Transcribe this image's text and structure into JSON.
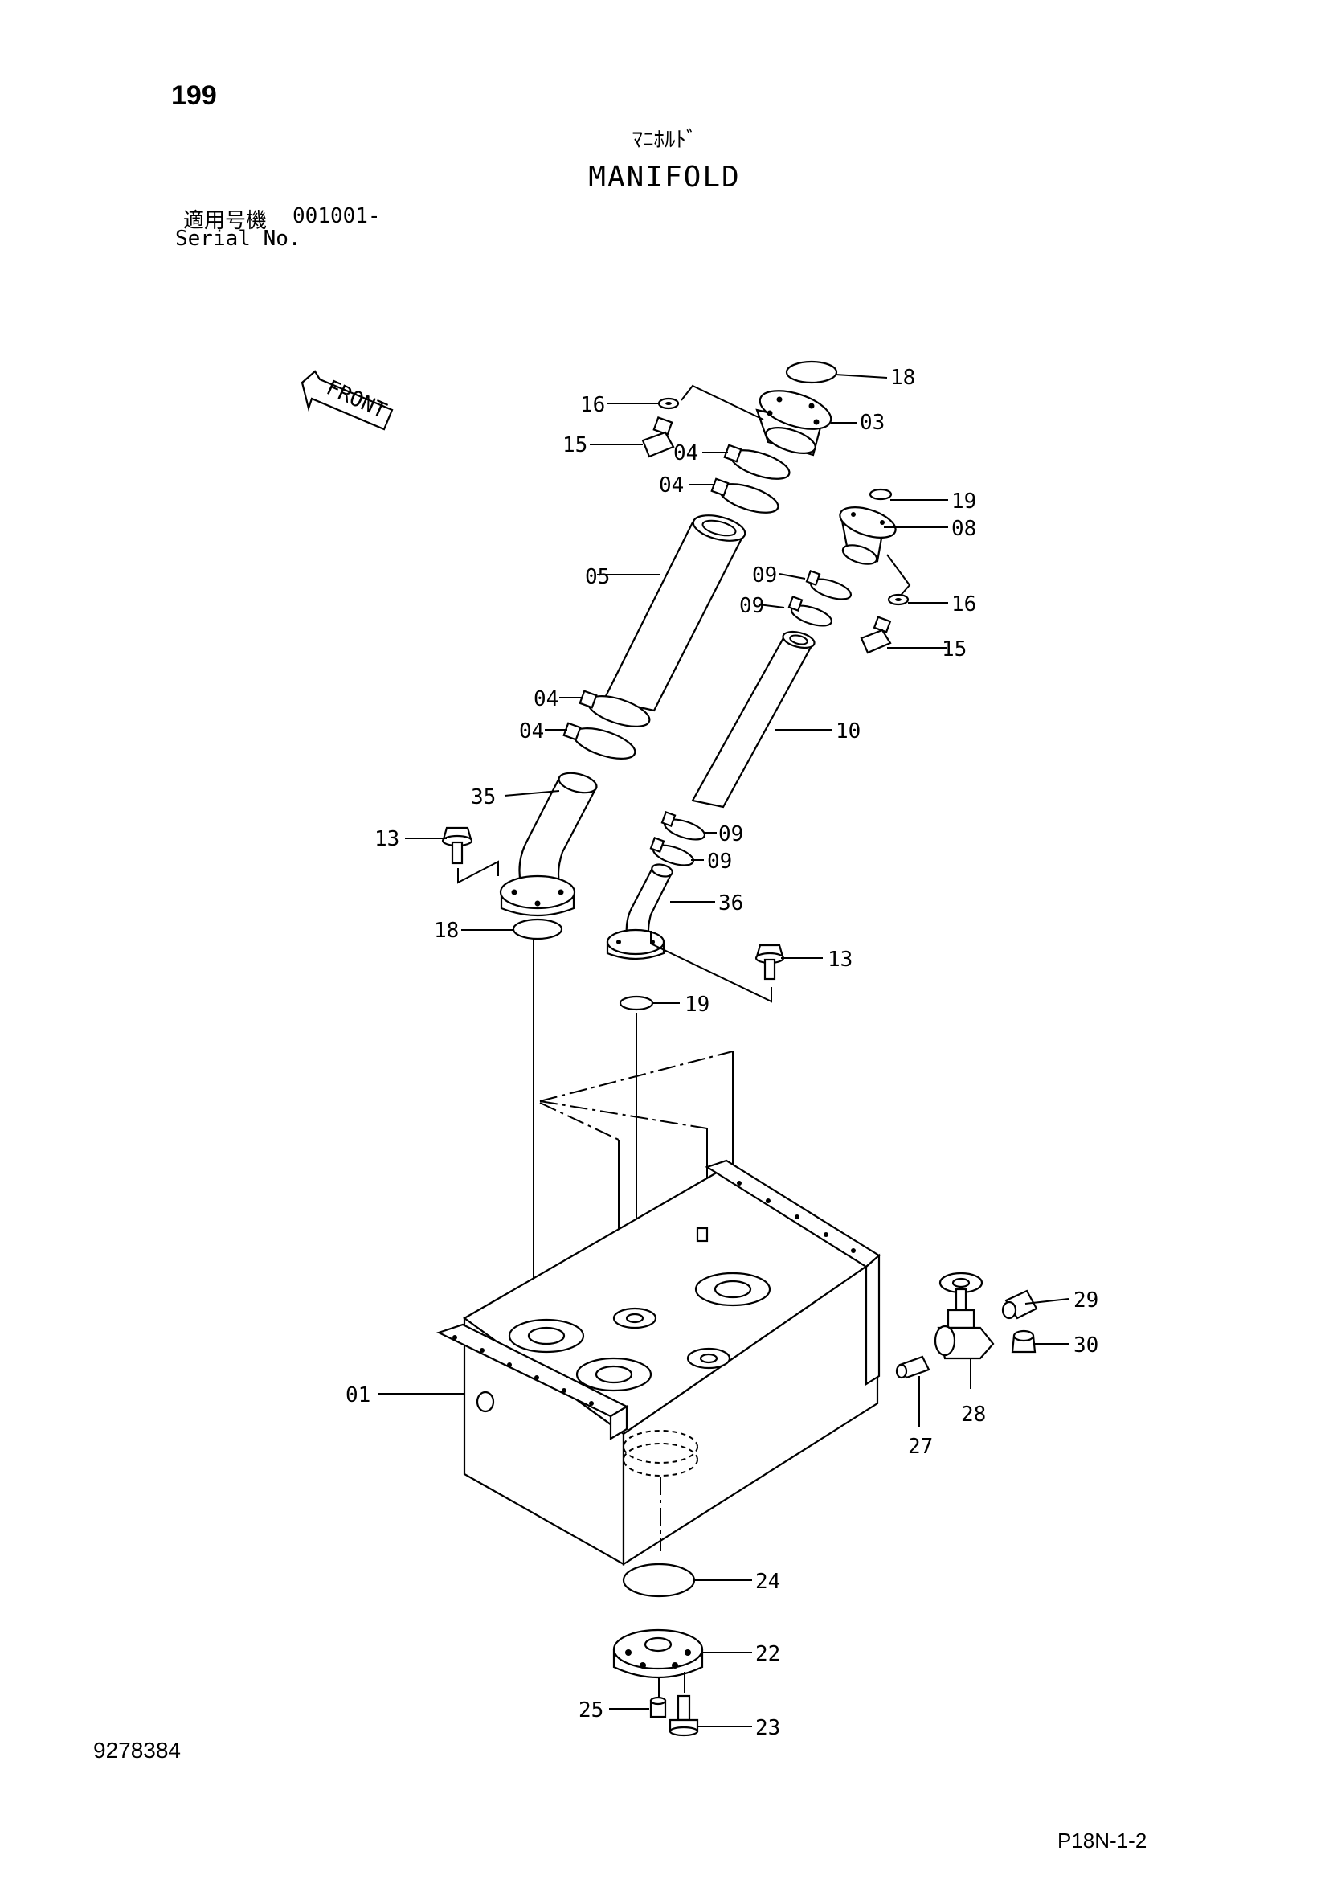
{
  "header": {
    "page_number": "199",
    "title_jp": "ﾏﾆﾎﾙﾄﾞ",
    "title_en": "MANIFOLD",
    "serial_label_jp": "適用号機",
    "serial_range": "001001-",
    "serial_label_en": "Serial No."
  },
  "front_arrow_label": "FRONT",
  "callouts": [
    "18",
    "03",
    "16",
    "15",
    "04",
    "04",
    "19",
    "08",
    "05",
    "09",
    "09",
    "16",
    "15",
    "04",
    "04",
    "10",
    "35",
    "13",
    "09",
    "09",
    "36",
    "18",
    "13",
    "19",
    "29",
    "30",
    "28",
    "01",
    "27",
    "24",
    "22",
    "25",
    "23"
  ],
  "footer": {
    "doc_number": "9278384",
    "page_code": "P18N-1-2"
  }
}
